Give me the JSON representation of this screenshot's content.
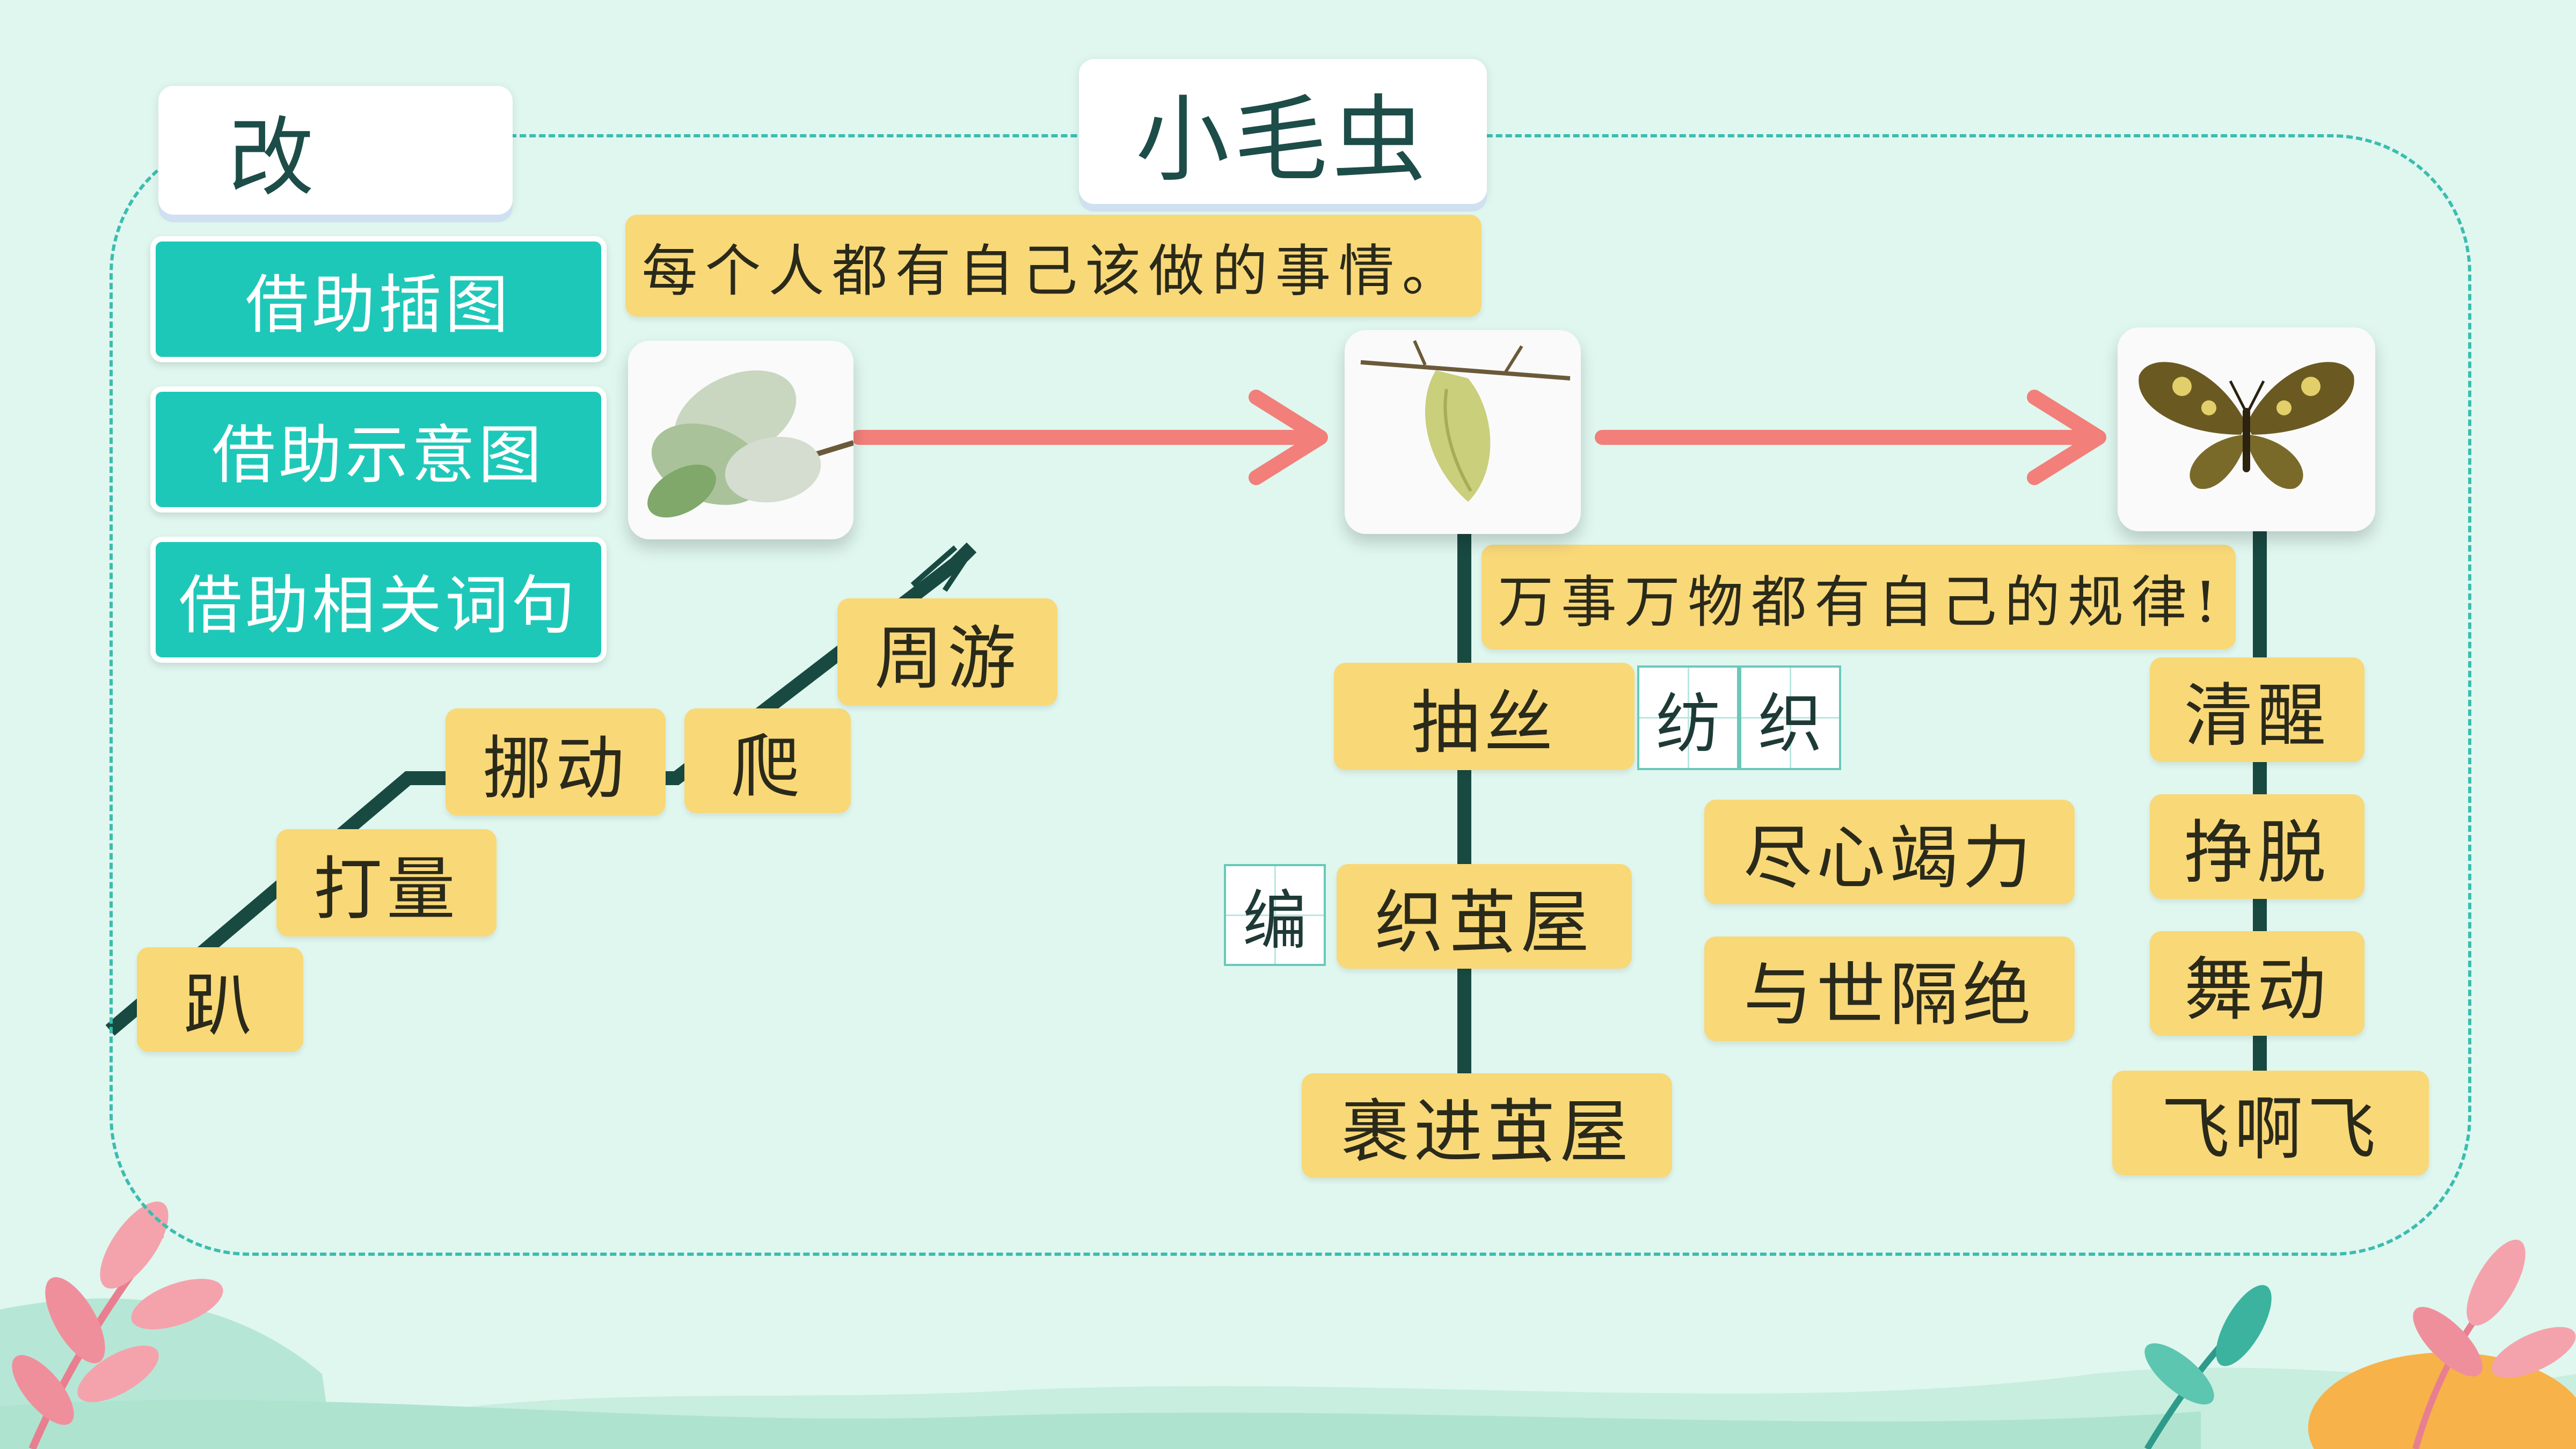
{
  "page": {
    "title": "小毛虫",
    "corner_tab": "改"
  },
  "methods": [
    "借助插图",
    "借助示意图",
    "借助相关词句"
  ],
  "lessons": {
    "top": "每个人都有自己该做的事情。",
    "middle": "万事万物都有自己的规律!"
  },
  "stages": {
    "caterpillar_icon": "leaf-caterpillar-icon",
    "cocoon_icon": "cocoon-icon",
    "butterfly_icon": "butterfly-icon"
  },
  "stage1_actions": [
    "趴",
    "打量",
    "挪动",
    "爬",
    "周游"
  ],
  "stage2": {
    "spin": "抽丝",
    "weave_chars": [
      "纺",
      "织"
    ],
    "weave_house": "织茧屋",
    "bian_char": "编",
    "wrap": "裹进茧屋",
    "traits": [
      "尽心竭力",
      "与世隔绝"
    ]
  },
  "stage3_actions": [
    "清醒",
    "挣脱",
    "舞动",
    "飞啊飞"
  ],
  "colors": {
    "teal": "#1ec8b8",
    "tag": "#f9d878",
    "line": "#184a42",
    "arrow": "#f27f7a",
    "frame": "#3bbdb0"
  }
}
